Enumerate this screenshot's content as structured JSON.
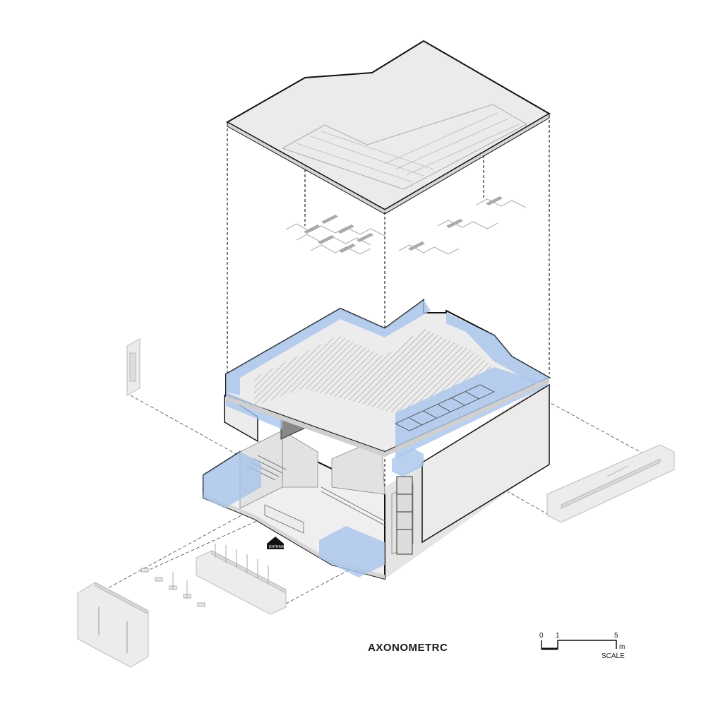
{
  "drawing": {
    "title": "AXONOMETRC",
    "entrance_label": "ENTRANCE"
  },
  "scale_bar": {
    "ticks": [
      "0",
      "1",
      "5"
    ],
    "unit": "m",
    "label": "SCALE"
  },
  "colors": {
    "line": "#111111",
    "surface": "#ebebeb",
    "surface_dark": "#d6d6d6",
    "highlight_blue": "#a9c4ec",
    "background": "#ffffff"
  }
}
